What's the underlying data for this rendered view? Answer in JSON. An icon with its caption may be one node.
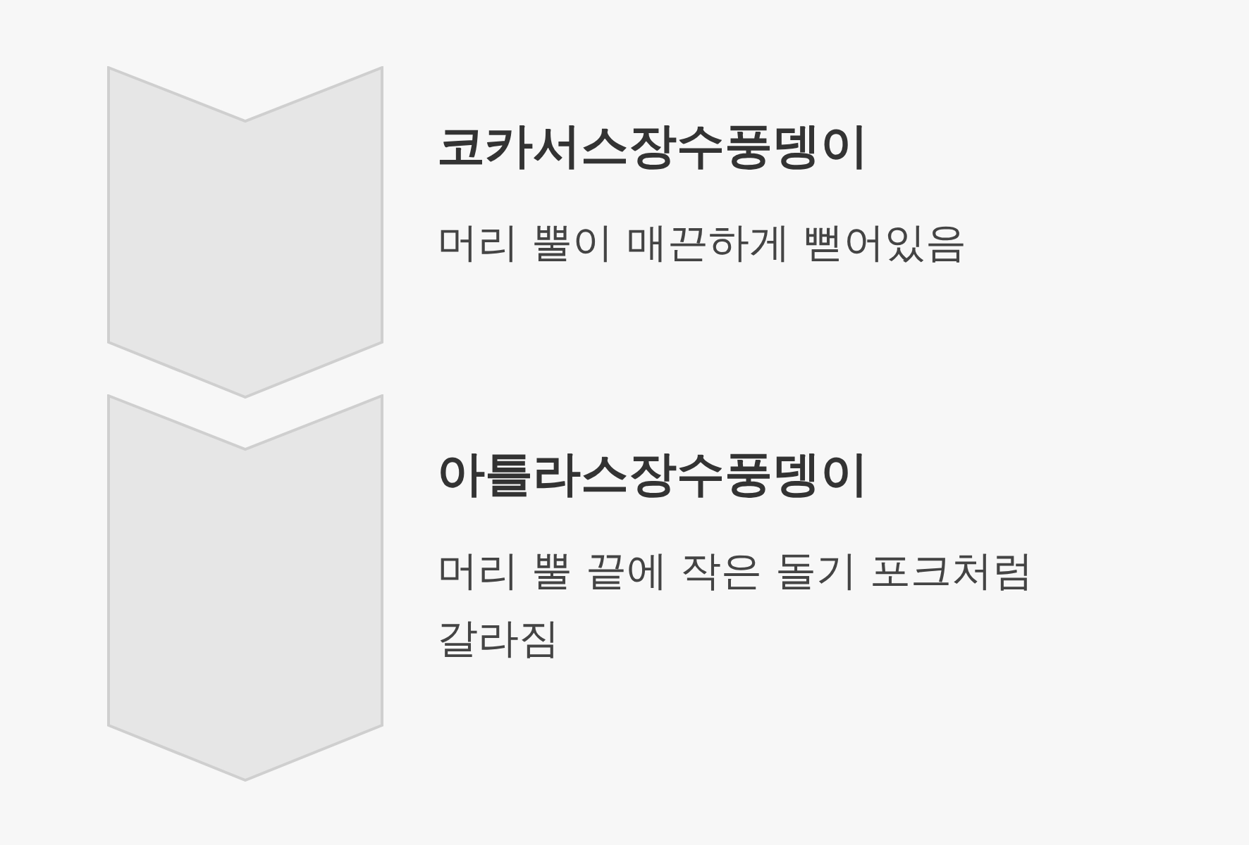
{
  "diagram": {
    "nodes": [
      {
        "text": [],
        "shape": "chevron",
        "beside": [
          "코카서스장수풍뎅이",
          "머리 뿔이 매끈하게 뻗어있음"
        ]
      },
      {
        "text": [],
        "shape": "chevron",
        "beside": [
          "아틀라스장수풍뎅이",
          "머리 뿔 끝에 작은 돌기 포크처럼 갈라짐"
        ]
      }
    ]
  }
}
